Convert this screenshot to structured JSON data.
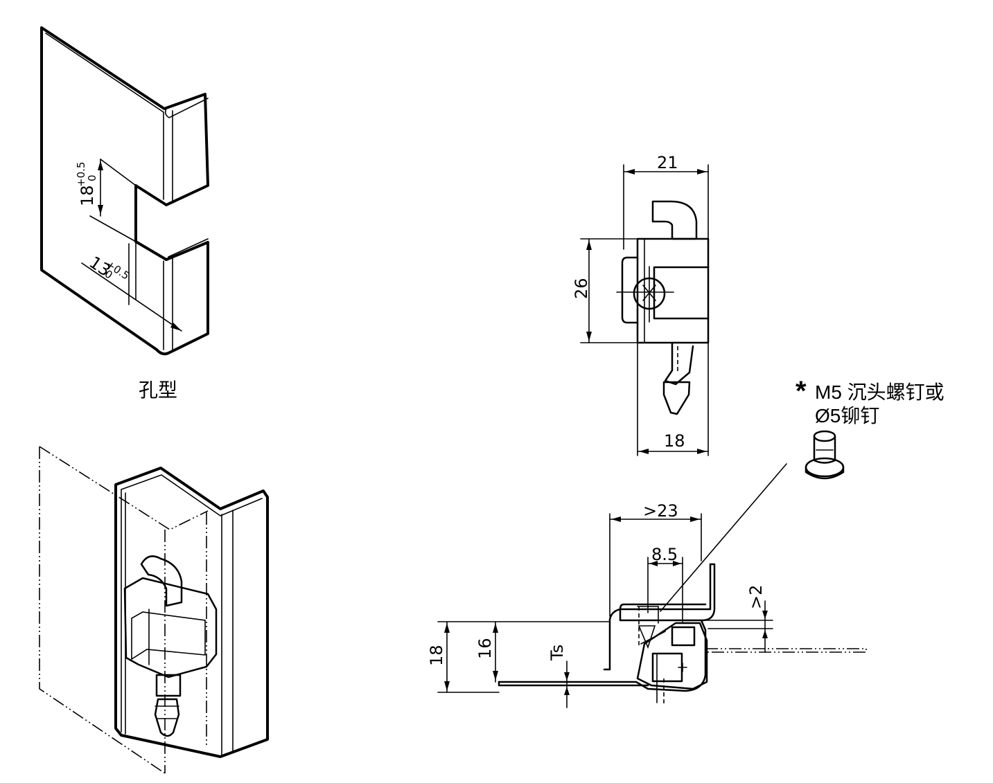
{
  "labels": {
    "hole_type": "孔型",
    "note_star": "*",
    "note_line1": "M5 沉头螺钉或",
    "note_line2": "Ø5铆钉"
  },
  "dimensions": {
    "slot_height": "18",
    "slot_height_tol_upper": "+0.5",
    "slot_height_tol_lower": "0",
    "slot_depth": "13",
    "slot_depth_tol_upper": "+0.5",
    "slot_depth_tol_lower": "0",
    "width_top": "21",
    "height_side": "26",
    "width_bottom": "18",
    "section_width": ">23",
    "section_offset": "8.5",
    "section_gap": ">2",
    "section_h18": "18",
    "section_h16": "16",
    "sheet_thickness": "Ts"
  }
}
